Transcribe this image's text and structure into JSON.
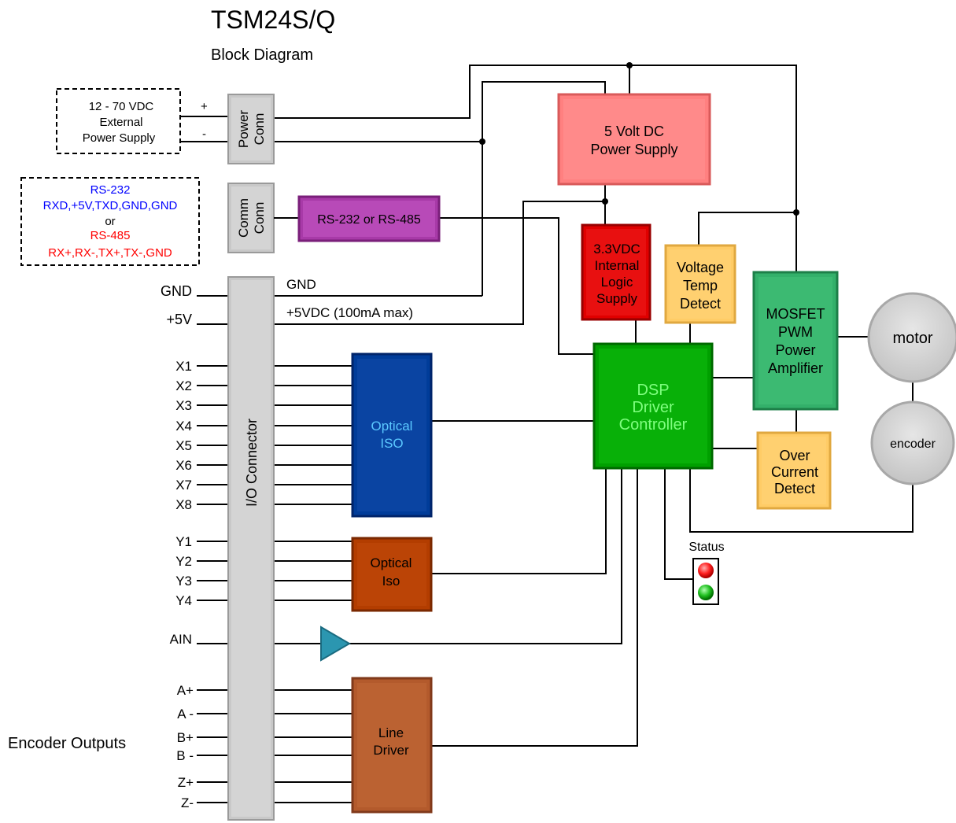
{
  "title": "TSM24S/Q",
  "subtitle": "Block Diagram",
  "power_supply": {
    "line1": "12 - 70 VDC",
    "line2": "External",
    "line3": "Power Supply",
    "plus": "+",
    "minus": "-"
  },
  "power_conn": {
    "line1": "Power",
    "line2": "Conn"
  },
  "comm_conn": {
    "line1": "Comm",
    "line2": "Conn"
  },
  "comm_port": {
    "rs232_title": "RS-232",
    "rs232_pins": "RXD,+5V,TXD,GND,GND",
    "or": "or",
    "rs485_title": "RS-485",
    "rs485_pins": "RX+,RX-,TX+,TX-,GND"
  },
  "rs_block": "RS-232 or RS-485",
  "five_volt": {
    "line1": "5 Volt DC",
    "line2": "Power Supply"
  },
  "logic_supply": {
    "line1": "3.3VDC",
    "line2": "Internal",
    "line3": "Logic",
    "line4": "Supply"
  },
  "voltage_detect": {
    "line1": "Voltage",
    "line2": "Temp",
    "line3": "Detect"
  },
  "mosfet": {
    "line1": "MOSFET",
    "line2": "PWM",
    "line3": "Power",
    "line4": "Amplifier"
  },
  "motor": "motor",
  "encoder": "encoder",
  "dsp": {
    "line1": "DSP",
    "line2": "Driver",
    "line3": "Controller"
  },
  "over_current": {
    "line1": "Over",
    "line2": "Current",
    "line3": "Detect"
  },
  "io_connector": "I/O Connector",
  "gnd_pin": "GND",
  "gnd_wire": "GND",
  "v5_pin": "+5V",
  "v5_wire": "+5VDC (100mA max)",
  "inputs": [
    "X1",
    "X2",
    "X3",
    "X4",
    "X5",
    "X6",
    "X7",
    "X8"
  ],
  "outputs": [
    "Y1",
    "Y2",
    "Y3",
    "Y4"
  ],
  "optical_iso_in": {
    "line1": "Optical",
    "line2": "ISO"
  },
  "optical_iso_out": {
    "line1": "Optical",
    "line2": "Iso"
  },
  "ain": "AIN",
  "encoder_pins": [
    "A+",
    "A -",
    "B+",
    "B -",
    "Z+",
    "Z-"
  ],
  "encoder_outputs": "Encoder Outputs",
  "line_driver": {
    "line1": "Line",
    "line2": "Driver"
  },
  "status": "Status",
  "colors": {
    "five_volt": "#ff8080",
    "logic": "#e00000",
    "yellow": "#ffcc66",
    "mosfet": "#33b06a",
    "dsp": "#00a000",
    "dsp_text": "#80ff80",
    "optical_in": "#003c99",
    "optical_in_text": "#5bc8ff",
    "optical_out": "#b33d00",
    "line_driver": "#b35a2c",
    "rs_block": "#a83aa8",
    "rs232_text": "#0000ff",
    "rs485_text": "#ff0000"
  }
}
